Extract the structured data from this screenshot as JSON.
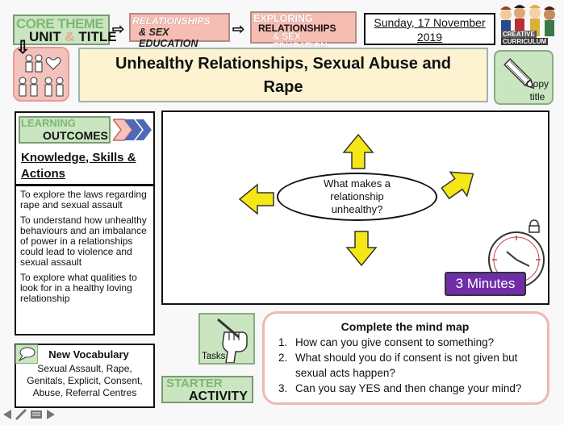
{
  "header": {
    "core_theme_line1": "CORE THEME",
    "core_theme_unit": "UNIT",
    "core_theme_amp": "&",
    "core_theme_title": "TITLE",
    "theme_box_line1": "RELATIONSHIPS",
    "theme_box_line2": "& SEX EDUCATION",
    "exploring_line1": "EXPLORING",
    "exploring_line2": "RELATIONSHIPS",
    "exploring_line3": "& SEX EDUCATION",
    "date_line1": "Sunday, 17 November",
    "date_line2": "2019",
    "logo_line1": "CREATIVE",
    "logo_line2": "CURRICULUM"
  },
  "title_banner": {
    "line1": "Unhealthy Relationships, Sexual Abuse and",
    "line2": "Rape"
  },
  "copy_title": {
    "line1": "Copy",
    "line2": "title"
  },
  "learning_outcomes": {
    "heading_top": "LEARNING",
    "heading_bottom": "OUTCOMES",
    "ksa_title_line1": "Knowledge, Skills &",
    "ksa_title_line2": "Actions",
    "items": [
      "To explore the laws regarding rape and sexual assault",
      "To understand how unhealthy behaviours and an imbalance of power in a relationships could lead to violence and sexual assault",
      "To explore what qualities to look for in a healthy loving relationship"
    ]
  },
  "vocabulary": {
    "heading": "New Vocabulary",
    "line1": "Sexual Assault, Rape,",
    "line2": "Genitals, Explicit, Consent,",
    "line3": "Abuse, Referral Centres"
  },
  "mind_map": {
    "center_line1": "What makes a",
    "center_line2": "relationship",
    "center_line3": "unhealthy?"
  },
  "timer": {
    "label": "3 Minutes",
    "colors": {
      "timer_bg": "#6f2da8"
    }
  },
  "tasks": {
    "label": "Tasks"
  },
  "starter": {
    "top": "STARTER",
    "bottom": "ACTIVITY"
  },
  "instructions": {
    "heading": "Complete the mind map",
    "questions": [
      "How can you give consent to something?",
      "What should you do if consent is not given but sexual acts happen?",
      "Can you say YES and then change your mind?"
    ]
  },
  "colors": {
    "accent_green": "#bfe0b8",
    "accent_pink": "#f4c2bd",
    "arrow_yellow": "#f5e616",
    "title_banner_bg": "#fdf3d0"
  }
}
